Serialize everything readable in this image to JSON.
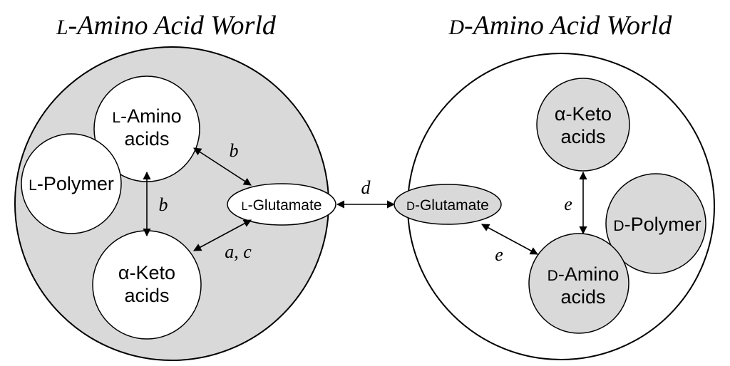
{
  "titles": {
    "left_prefix": "L",
    "left_rest": "-Amino Acid World",
    "right_prefix": "D",
    "right_rest": "-Amino Acid World"
  },
  "left_world": {
    "l_amino_acids": {
      "prefix": "L",
      "line1": "-Amino",
      "line2": "acids"
    },
    "l_polymer": {
      "prefix": "L",
      "text": "-Polymer"
    },
    "alpha_keto_acids": {
      "line1": "α-Keto",
      "line2": "acids"
    },
    "l_glutamate": {
      "prefix": "L",
      "text": "-Glutamate"
    }
  },
  "right_world": {
    "d_glutamate": {
      "prefix": "D",
      "text": "-Glutamate"
    },
    "alpha_keto_acids": {
      "line1": "α-Keto",
      "line2": "acids"
    },
    "d_polymer": {
      "prefix": "D",
      "text": "-Polymer"
    },
    "d_amino_acids": {
      "prefix": "D",
      "line1": "-Amino",
      "line2": "acids"
    }
  },
  "reaction_labels": {
    "aa_to_glu": "b",
    "aa_to_keto": "b",
    "keto_to_glu": "a, c",
    "l_glu_to_d_glu": "d",
    "d_keto_to_d_aa": "e",
    "d_glu_to_d_aa": "e"
  },
  "colors": {
    "world_fill": "#d9d9d9",
    "node_fill_light": "#ffffff",
    "node_fill_gray": "#d9d9d9",
    "stroke": "#000000"
  }
}
